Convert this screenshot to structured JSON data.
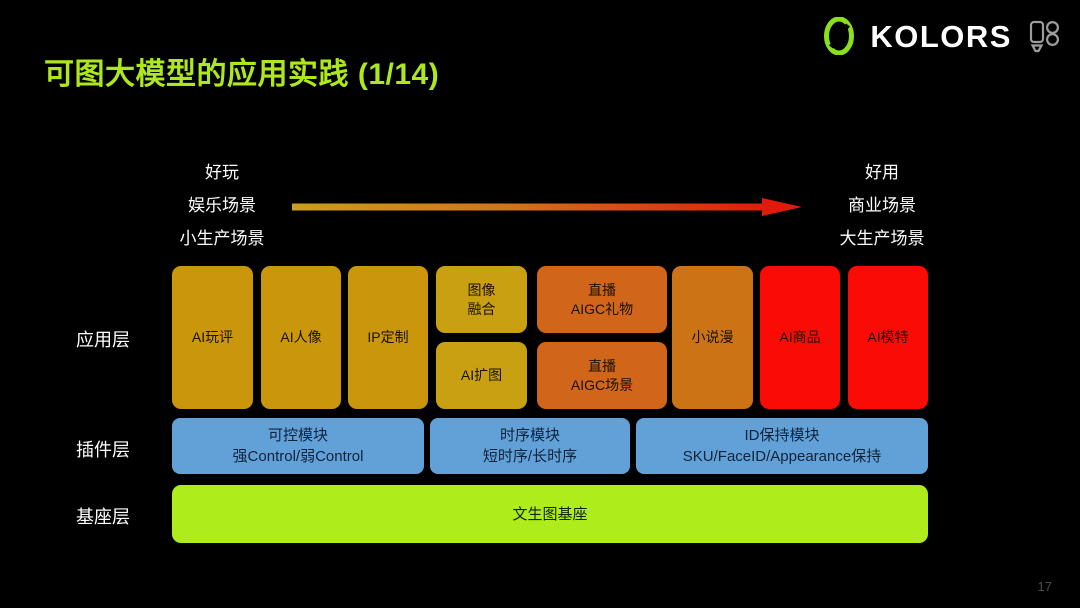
{
  "header": {
    "title": "可图大模型的应用实践 (1/14)",
    "title_color": "#aee81c",
    "logo_text": "KOLORS",
    "logo_mark_name": "kolors-ring-logo",
    "logo_camera_name": "video-camera-icon"
  },
  "axis": {
    "left_labels": [
      "好玩",
      "娱乐场景",
      "小生产场景"
    ],
    "right_labels": [
      "好用",
      "商业场景",
      "大生产场景"
    ],
    "arrow_start_color": "#c9a01a",
    "arrow_end_color": "#e01b0c"
  },
  "rows": {
    "app_label": "应用层",
    "plugin_label": "插件层",
    "base_label": "基座层"
  },
  "app_layer": {
    "cells": [
      {
        "label": "AI玩评",
        "color": "#c9960c"
      },
      {
        "label": "AI人像",
        "color": "#c9960c"
      },
      {
        "label": "IP定制",
        "color": "#c9960c"
      },
      {
        "label": "图像\n融合",
        "color": "#c9a011"
      },
      {
        "label": "AI扩图",
        "color": "#c9a011"
      },
      {
        "label": "直播\nAIGC礼物",
        "color": "#d1651a"
      },
      {
        "label": "直播\nAIGC场景",
        "color": "#d1651a"
      },
      {
        "label": "小说漫",
        "color": "#cc7415"
      },
      {
        "label": "AI商品",
        "color": "#fb0b06"
      },
      {
        "label": "AI模特",
        "color": "#fb0b06"
      }
    ]
  },
  "plugin_layer": {
    "color": "#62a0d8",
    "cells": [
      {
        "line1": "可控模块",
        "line2": "强Control/弱Control"
      },
      {
        "line1": "时序模块",
        "line2": "短时序/长时序"
      },
      {
        "line1": "ID保持模块",
        "line2": "SKU/FaceID/Appearance保持"
      }
    ]
  },
  "base_layer": {
    "color": "#aeec1b",
    "label": "文生图基座"
  },
  "footer": {
    "page_number": "17"
  }
}
